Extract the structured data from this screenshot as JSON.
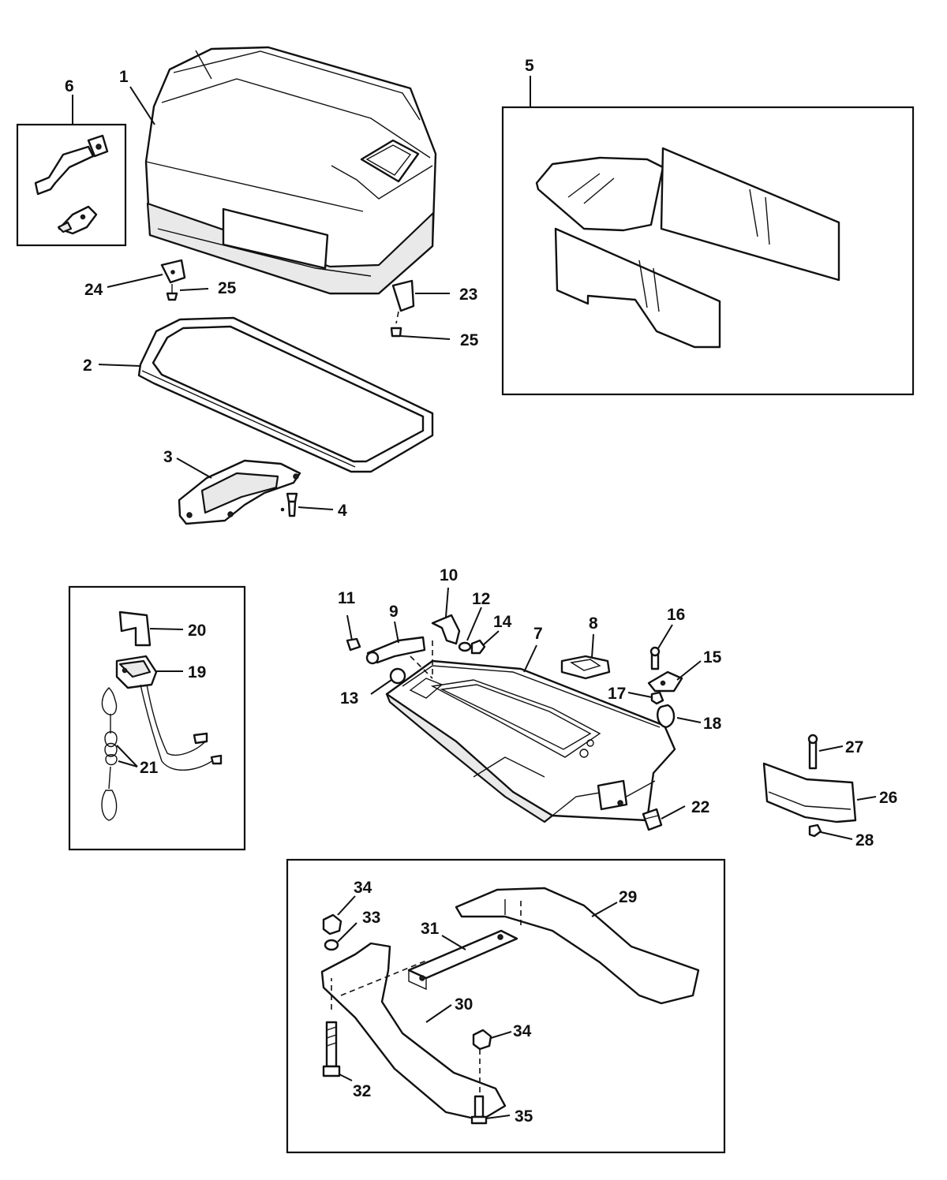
{
  "callouts": {
    "c1": "1",
    "c2": "2",
    "c3": "3",
    "c4": "4",
    "c5": "5",
    "c6": "6",
    "c7": "7",
    "c8": "8",
    "c9": "9",
    "c10": "10",
    "c11": "11",
    "c12": "12",
    "c13": "13",
    "c14": "14",
    "c15": "15",
    "c16": "16",
    "c17": "17",
    "c18": "18",
    "c19": "19",
    "c20": "20",
    "c21": "21",
    "c22": "22",
    "c23": "23",
    "c24": "24",
    "c25a": "25",
    "c25b": "25",
    "c26": "26",
    "c27": "27",
    "c28": "28",
    "c29": "29",
    "c30": "30",
    "c31": "31",
    "c32": "32",
    "c33": "33",
    "c34a": "34",
    "c34b": "34",
    "c35": "35"
  }
}
